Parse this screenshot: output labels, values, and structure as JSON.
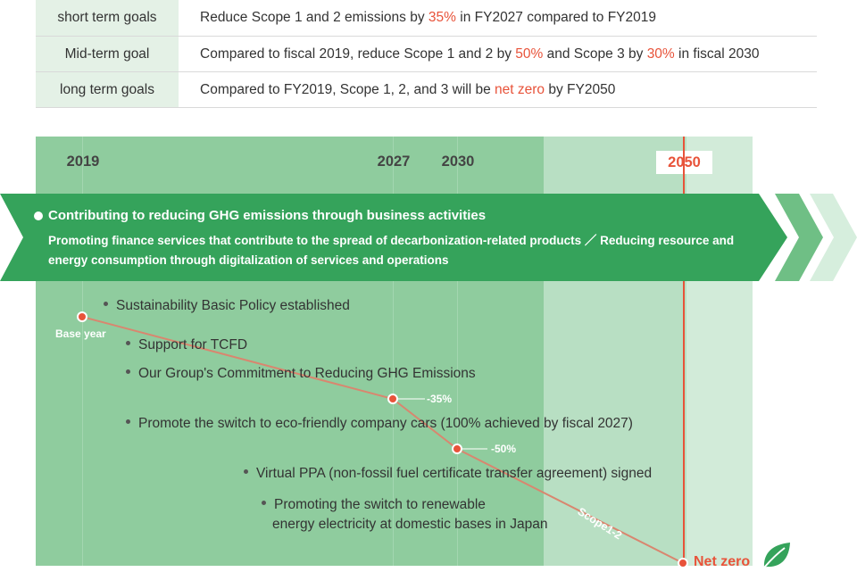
{
  "goals": [
    {
      "label": "short term goals",
      "text_before": "Reduce Scope 1 and 2 emissions by ",
      "hl1": "35%",
      "text_mid": " in FY2027 compared to FY2019",
      "hl2": "",
      "text_after": ""
    },
    {
      "label": "Mid-term goal",
      "text_before": "Compared to fiscal 2019, reduce Scope 1 and 2 by ",
      "hl1": "50%",
      "text_mid": " and Scope 3 by ",
      "hl2": "30%",
      "text_after": " in fiscal 2030"
    },
    {
      "label": "long term goals",
      "text_before": "Compared to FY2019, Scope 1, 2, and 3 will be ",
      "hl1": "net zero",
      "text_mid": " by FY2050",
      "hl2": "",
      "text_after": ""
    }
  ],
  "timeline": {
    "years": {
      "y2019": "2019",
      "y2027": "2027",
      "y2030": "2030",
      "y2050": "2050"
    },
    "banner_title": "Contributing to reducing GHG emissions through business activities",
    "banner_desc": "Promoting finance services that contribute to the spread of decarbonization-related products ／ Reducing resource and energy consumption through digitalization of services and operations",
    "items": [
      "Sustainability Basic Policy established",
      "Support for TCFD",
      "Our Group's Commitment to Reducing GHG Emissions",
      "Promote the switch to eco-friendly company cars (100% achieved by fiscal 2027)",
      "Virtual PPA (non-fossil fuel certificate transfer agreement) signed",
      "Promoting the switch to renewable",
      "energy electricity at domestic bases in Japan"
    ],
    "base_year_label": "Base year",
    "minus35": "-35%",
    "minus50": "-50%",
    "scope_label": "Scope1-2",
    "net_zero": "Net zero"
  },
  "colors": {
    "accent_red": "#e8533a",
    "dark_green": "#35a35b",
    "light_green": "#8fcc9e"
  },
  "icons": {
    "leaf": "leaf-icon",
    "chevrons": "chevron-arrows-icon"
  }
}
